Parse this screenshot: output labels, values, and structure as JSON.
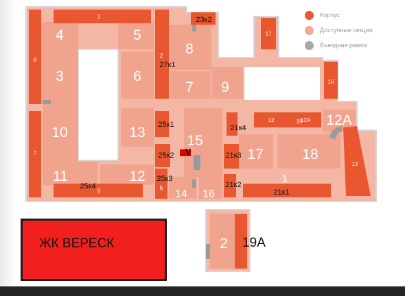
{
  "colors": {
    "building": "#e8572f",
    "section": "#f0a48e",
    "section_light": "#f4b6a5",
    "ramp": "#9a9a9a",
    "outline": "#d7d7d7",
    "banner": "#f21f1f",
    "marker": "#e00000"
  },
  "legend": [
    {
      "label": "Корпус",
      "color": "#e8572f"
    },
    {
      "label": "Доступные секции",
      "color": "#f2a992"
    },
    {
      "label": "Въездная рампа",
      "color": "#a8a8a8"
    }
  ],
  "banner": {
    "text": "ЖК ВЕРЕСК"
  },
  "sections": [
    "1",
    "2",
    "3",
    "4",
    "5",
    "6",
    "7",
    "8",
    "9",
    "10",
    "11",
    "12",
    "13",
    "14",
    "15",
    "16",
    "17",
    "18",
    "19",
    "12А",
    "17",
    "1",
    "2"
  ],
  "corp_numbers": [
    "1",
    "2",
    "8",
    "7",
    "6",
    "5",
    "17",
    "16",
    "13",
    "12",
    "12А",
    "5"
  ],
  "address_labels": [
    "23к2",
    "27к1",
    "25к1",
    "25к2",
    "25к3",
    "25к4",
    "21к4",
    "21к3",
    "21к2",
    "21к1",
    "19А"
  ],
  "marker": {
    "text": "V"
  }
}
